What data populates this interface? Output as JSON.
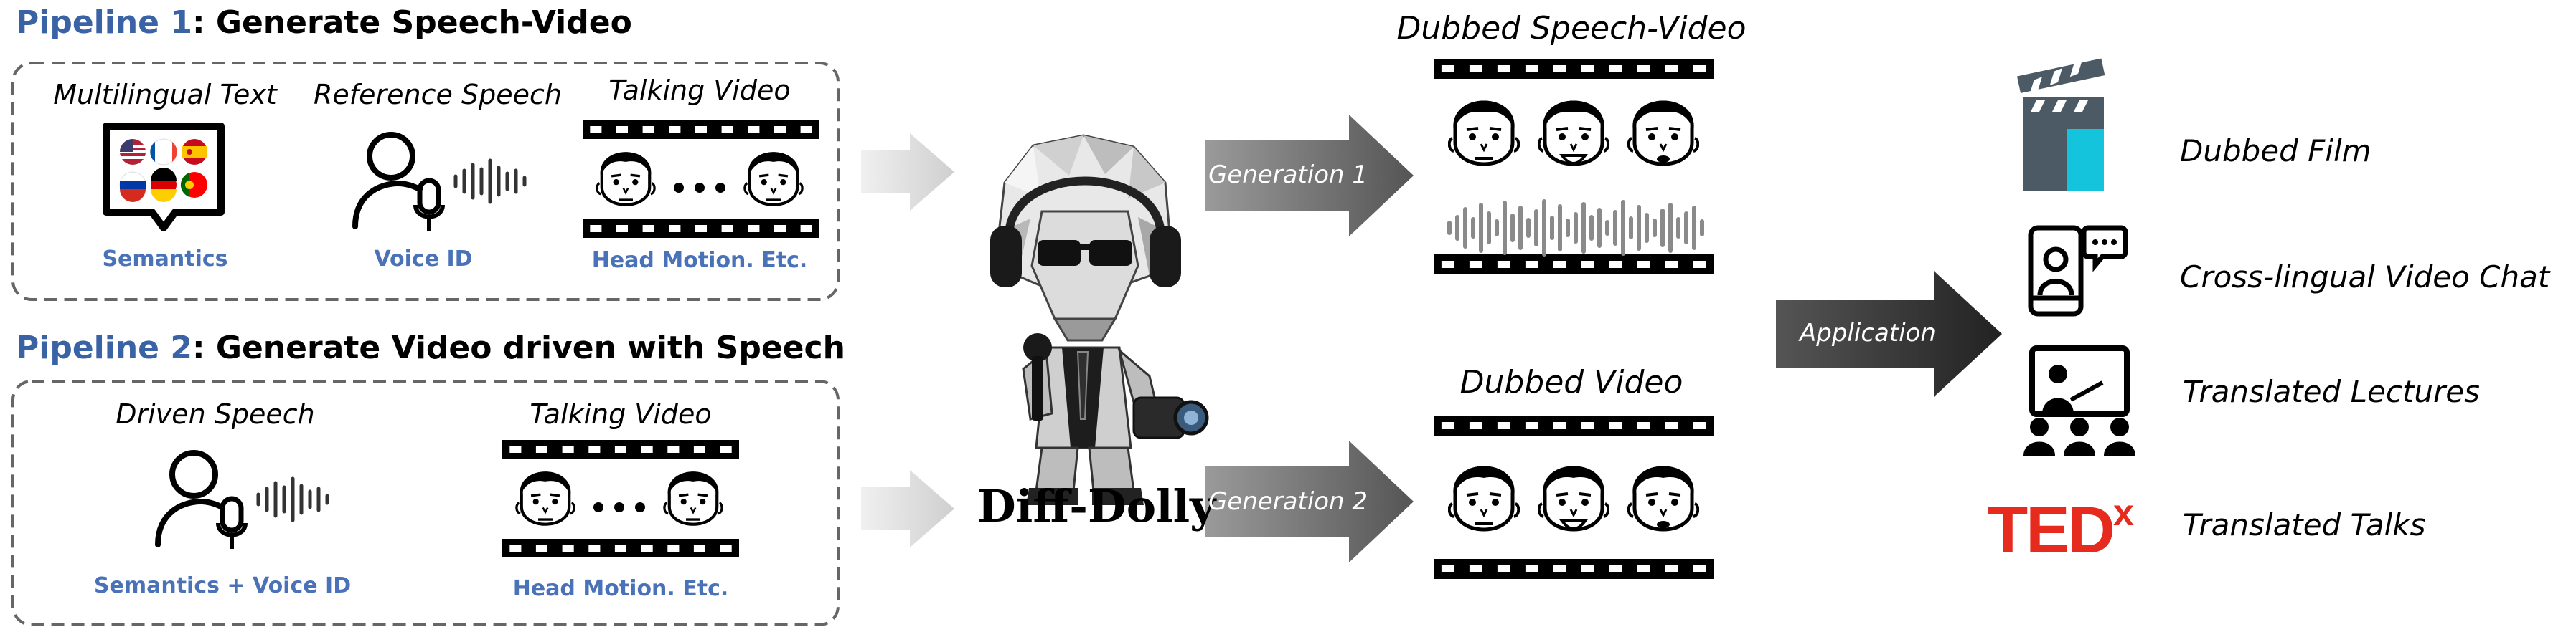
{
  "pipeline1": {
    "label": "Pipeline 1",
    "title": ": Generate Speech-Video",
    "inputs": [
      {
        "title": "Multilingual Text",
        "caption": "Semantics"
      },
      {
        "title": "Reference Speech",
        "caption": "Voice ID"
      },
      {
        "title": "Talking Video",
        "caption": "Head Motion. Etc."
      }
    ]
  },
  "pipeline2": {
    "label": "Pipeline 2",
    "title": ": Generate Video driven with Speech",
    "inputs": [
      {
        "title": "Driven Speech",
        "caption": "Semantics + Voice ID"
      },
      {
        "title": "Talking Video",
        "caption": "Head Motion. Etc."
      }
    ]
  },
  "model": {
    "name": "Diff-Dolly"
  },
  "arrows": {
    "gen1": "Generation 1",
    "gen2": "Generation 2",
    "application": "Application"
  },
  "outputs": {
    "top": "Dubbed Speech-Video",
    "bottom": "Dubbed Video"
  },
  "applications": [
    {
      "label": "Dubbed Film",
      "icon": "clapperboard-icon"
    },
    {
      "label": "Cross-lingual Video Chat",
      "icon": "video-chat-icon"
    },
    {
      "label": "Translated Lectures",
      "icon": "lecture-icon"
    },
    {
      "label": "Translated Talks",
      "icon": "ted-logo",
      "logo_text": "TED",
      "logo_sup": "x"
    }
  ],
  "colors": {
    "pipeline_label": "#3a63a6",
    "caption": "#4a72b8",
    "arrow_light": "#d9d9d9",
    "arrow_dark": "#6b6b6b",
    "ted_red": "#e62b1e"
  }
}
